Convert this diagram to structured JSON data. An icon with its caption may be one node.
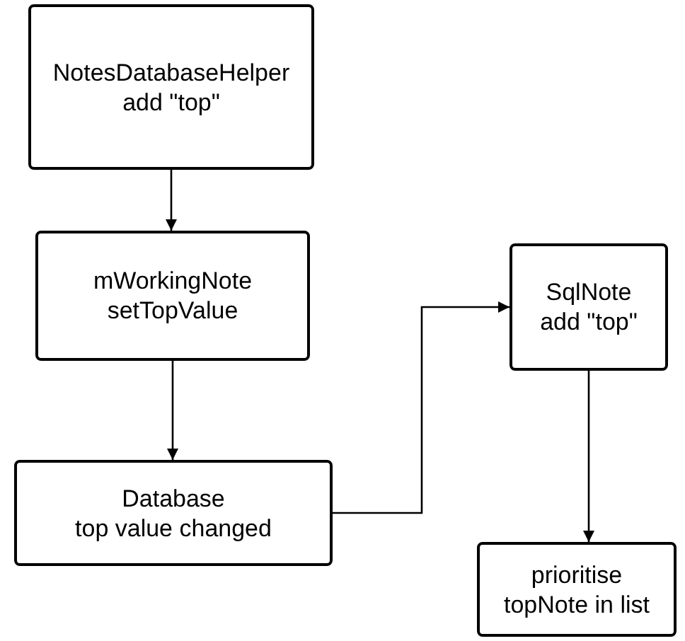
{
  "diagram": {
    "nodes": [
      {
        "text": [
          "NotesDatabaseHelper",
          "add \"top\""
        ]
      },
      {
        "text": [
          "mWorkingNote",
          "setTopValue"
        ]
      },
      {
        "text": [
          "Database",
          "top value changed"
        ]
      },
      {
        "text": [
          "SqlNote",
          "add \"top\""
        ]
      },
      {
        "text": [
          "prioritise",
          "topNote in list"
        ]
      }
    ],
    "edges": [
      {
        "from": 0,
        "to": 1,
        "arrow": "to"
      },
      {
        "from": 1,
        "to": 2,
        "arrow": "to"
      },
      {
        "from": 2,
        "to": 3,
        "arrow": "to"
      },
      {
        "from": 3,
        "to": 4,
        "arrow": "to"
      }
    ]
  }
}
